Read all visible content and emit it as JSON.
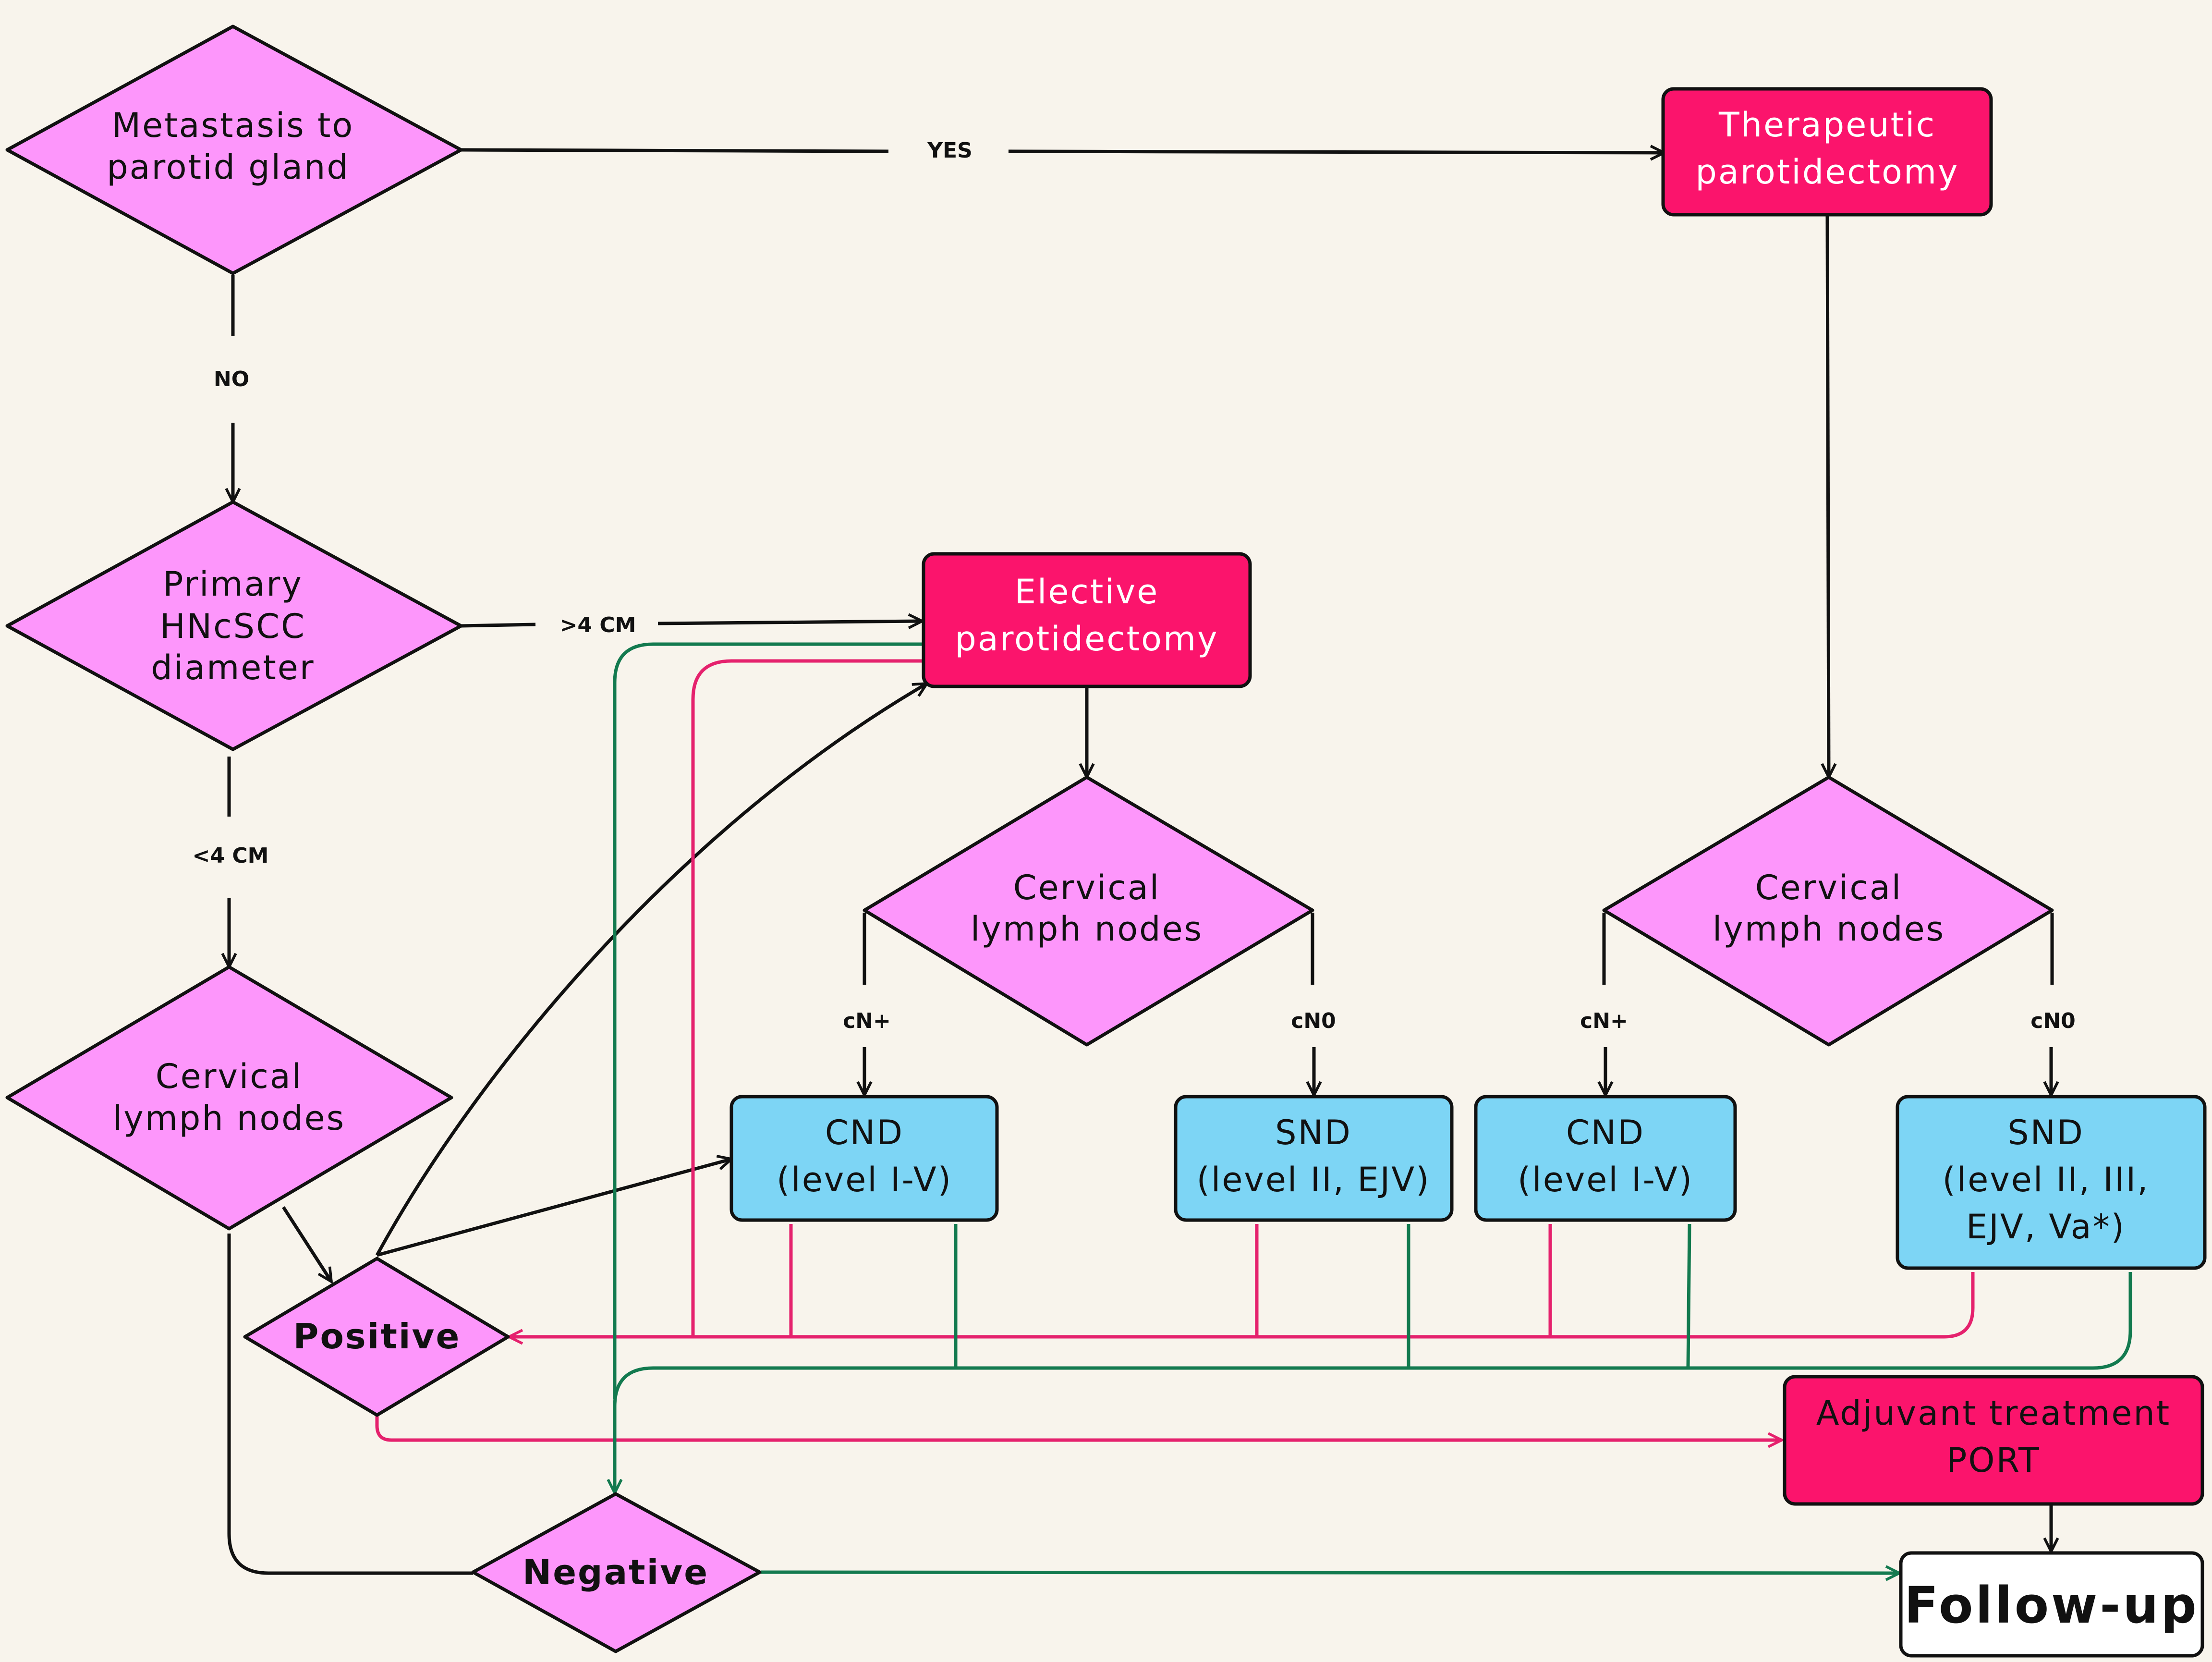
{
  "colors": {
    "background": "#f8f4ec",
    "diamond": "#fd96fb",
    "red_box": "#fb146c",
    "blue_box": "#7dd5f5",
    "white_box": "#ffffff",
    "black_arrow": "#111111",
    "pink_arrow": "#e5216d",
    "green_arrow": "#137a4f"
  },
  "nodes": {
    "metastasis": {
      "line1": "Metastasis to",
      "line2": "parotid gland"
    },
    "therapeutic": {
      "line1": "Therapeutic",
      "line2": "parotidectomy"
    },
    "primary": {
      "line1": "Primary",
      "line2": "HNcSCC",
      "line3": "diameter"
    },
    "elective": {
      "line1": "Elective",
      "line2": "parotidectomy"
    },
    "cervical_left": {
      "line1": "Cervical",
      "line2": "lymph nodes"
    },
    "cervical_mid": {
      "line1": "Cervical",
      "line2": "lymph nodes"
    },
    "cervical_right": {
      "line1": "Cervical",
      "line2": "lymph nodes"
    },
    "cnd_mid": {
      "line1": "CND",
      "line2": "(level I-V)"
    },
    "snd_mid": {
      "line1": "SND",
      "line2": "(level II, EJV)"
    },
    "cnd_right": {
      "line1": "CND",
      "line2": "(level I-V)"
    },
    "snd_right": {
      "line1": "SND",
      "line2": "(level II, III,",
      "line3": "EJV, Va*)"
    },
    "positive": {
      "label": "Positive"
    },
    "negative": {
      "label": "Negative"
    },
    "adjuvant": {
      "line1": "Adjuvant treatment",
      "line2": "PORT"
    },
    "followup": {
      "label": "Follow-up"
    }
  },
  "edge_labels": {
    "yes": "YES",
    "no": "NO",
    "gt4": ">4 CM",
    "lt4": "<4 CM",
    "cn_plus_mid": "cN+",
    "cn0_mid": "cN0",
    "cn_plus_right": "cN+",
    "cn0_right": "cN0"
  }
}
